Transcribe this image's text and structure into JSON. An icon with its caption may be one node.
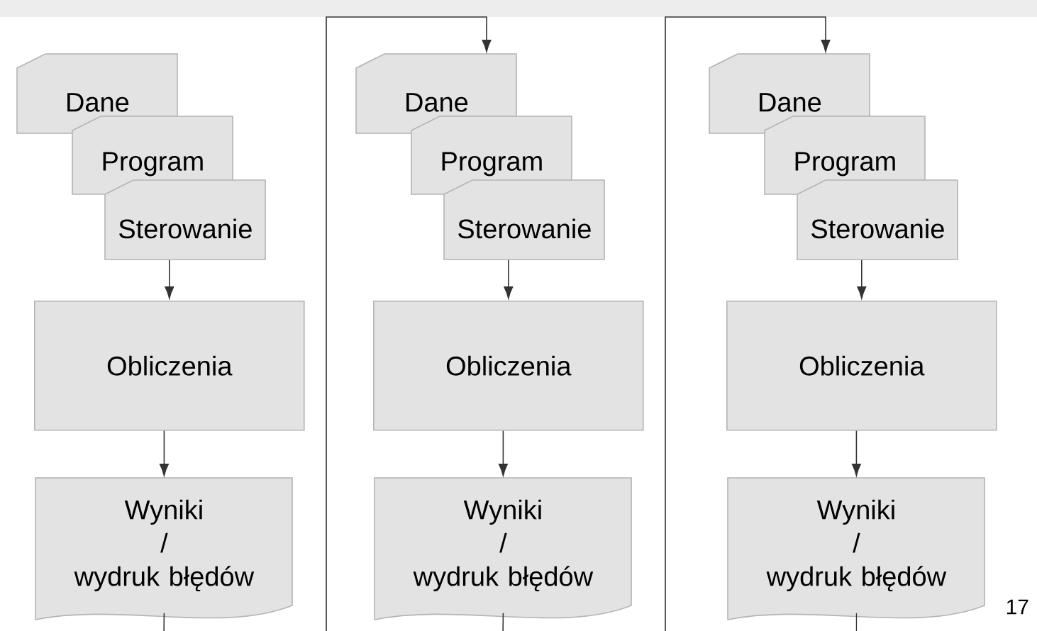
{
  "diagram": {
    "nodes": [
      {
        "text": [
          "Dane"
        ]
      },
      {
        "text": [
          "Program"
        ]
      },
      {
        "text": [
          "Sterowanie"
        ]
      },
      {
        "text": [
          "Obliczenia"
        ]
      },
      {
        "text": [
          "Wyniki / wydruk błędów"
        ]
      },
      {
        "text": [
          "Dane"
        ]
      },
      {
        "text": [
          "Program"
        ]
      },
      {
        "text": [
          "Sterowanie"
        ]
      },
      {
        "text": [
          "Obliczenia"
        ]
      },
      {
        "text": [
          "Wyniki / wydruk błędów"
        ]
      },
      {
        "text": [
          "Dane"
        ]
      },
      {
        "text": [
          "Program"
        ]
      },
      {
        "text": [
          "Sterowanie"
        ]
      },
      {
        "text": [
          "Obliczenia"
        ]
      },
      {
        "text": [
          "Wyniki / wydruk błędów"
        ]
      }
    ],
    "edges": [
      {
        "from": 2,
        "to": 3,
        "arrow": "to"
      },
      {
        "from": 3,
        "to": 4,
        "arrow": "to"
      },
      {
        "from": 4,
        "to": 5,
        "arrow": "to"
      },
      {
        "from": 7,
        "to": 8,
        "arrow": "to"
      },
      {
        "from": 8,
        "to": 9,
        "arrow": "to"
      },
      {
        "from": 9,
        "to": 10,
        "arrow": "to"
      },
      {
        "from": 12,
        "to": 13,
        "arrow": "to"
      },
      {
        "from": 13,
        "to": 14,
        "arrow": "to"
      },
      {
        "from": 14,
        "to": null,
        "arrow": "none"
      }
    ],
    "labels": [
      "17"
    ]
  }
}
